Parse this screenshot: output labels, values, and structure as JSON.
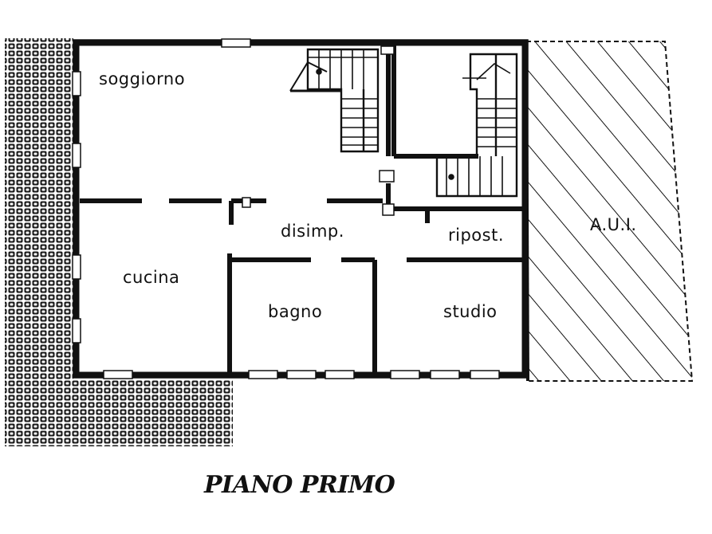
{
  "title": "PIANO PRIMO",
  "rooms": {
    "soggiorno": "soggiorno",
    "disimpegno": "disimp.",
    "ripostiglio": "ripost.",
    "cucina": "cucina",
    "bagno": "bagno",
    "studio": "studio",
    "aui": "A.U.I."
  },
  "colors": {
    "ink": "#111111",
    "paper": "#ffffff"
  }
}
